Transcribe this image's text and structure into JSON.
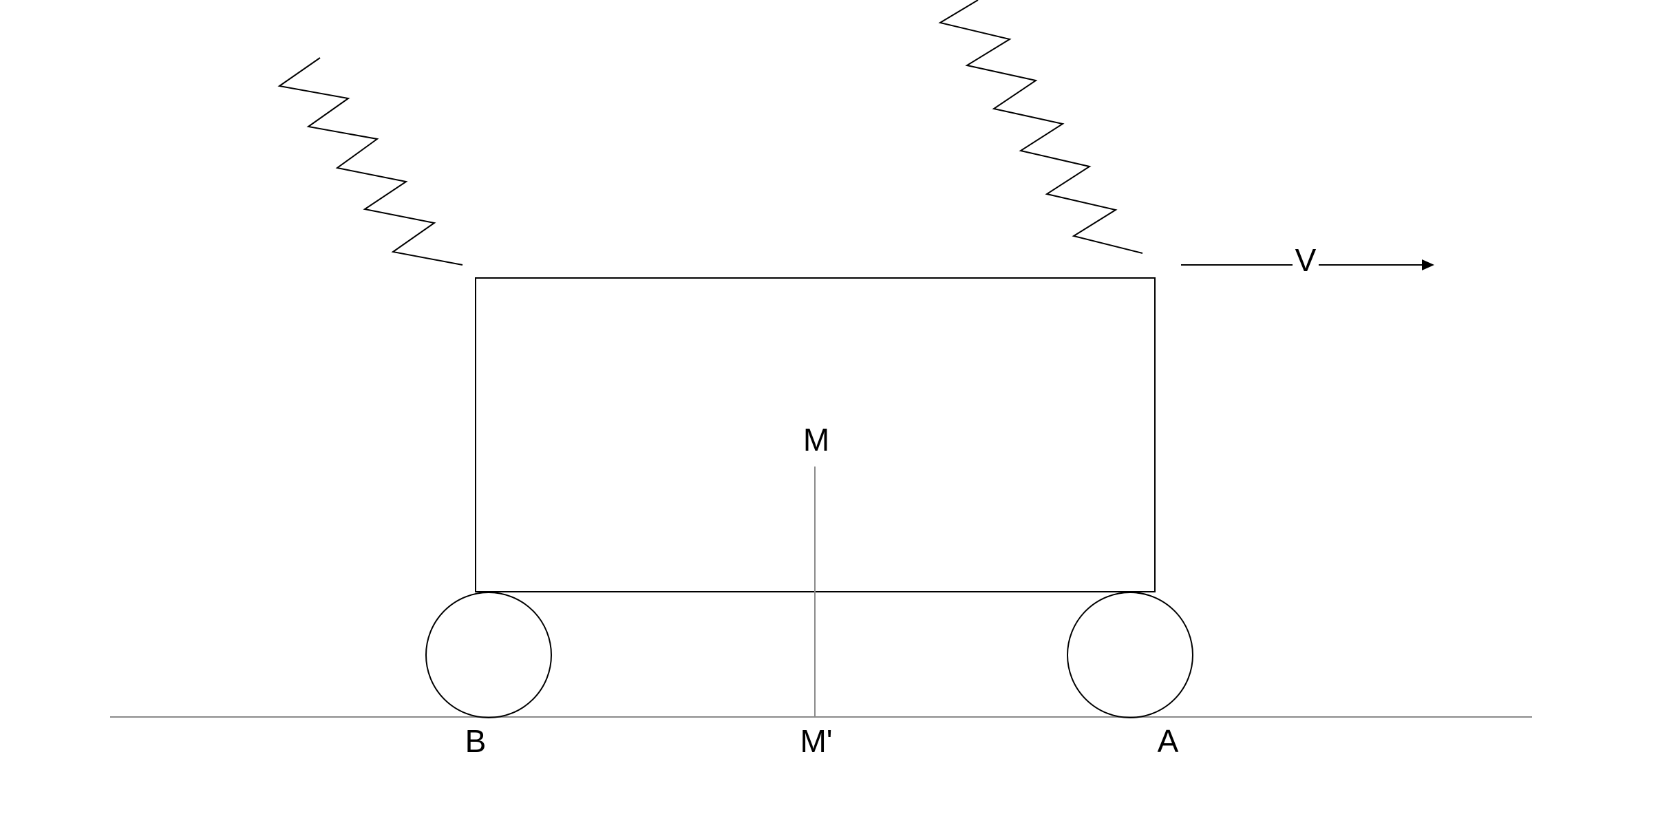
{
  "labels": {
    "velocity": "V",
    "midpoint": "M",
    "midpoint_ground": "M'",
    "point_a": "A",
    "point_b": "B"
  },
  "colors": {
    "stroke": "#000000",
    "ground": "#8a8a8a",
    "background": "#ffffff"
  }
}
